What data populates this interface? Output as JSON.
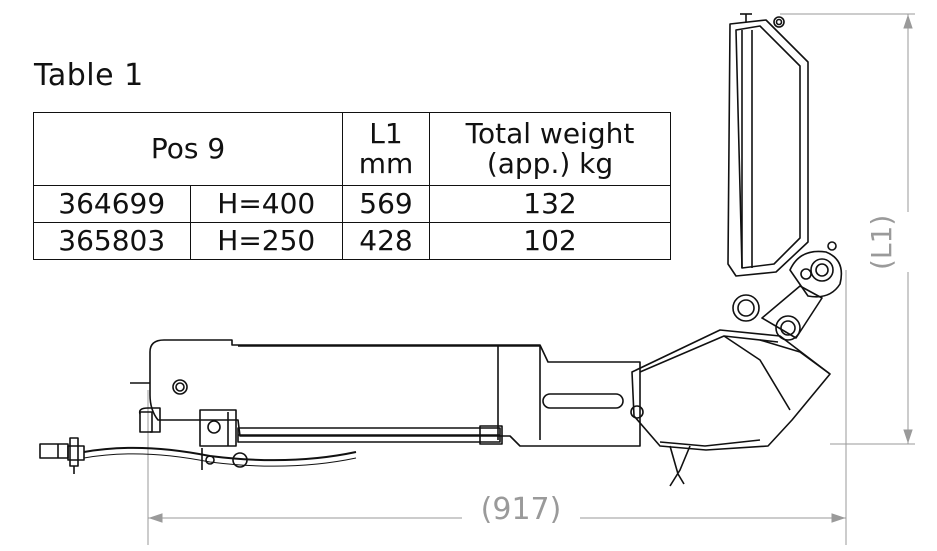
{
  "table": {
    "caption": "Table 1",
    "headers": {
      "pos": "Pos 9",
      "l1": [
        "L1",
        "mm"
      ],
      "weight": [
        "Total weight",
        "(app.) kg"
      ]
    },
    "rows": [
      {
        "part": "364699",
        "height": "H=400",
        "l1": "569",
        "weight": "132"
      },
      {
        "part": "365803",
        "height": "H=250",
        "l1": "428",
        "weight": "102"
      }
    ]
  },
  "dimensions": {
    "vertical": "(L1)",
    "horizontal": "(917)"
  },
  "colors": {
    "line": "#111111",
    "dimension": "#9a9a9a"
  }
}
